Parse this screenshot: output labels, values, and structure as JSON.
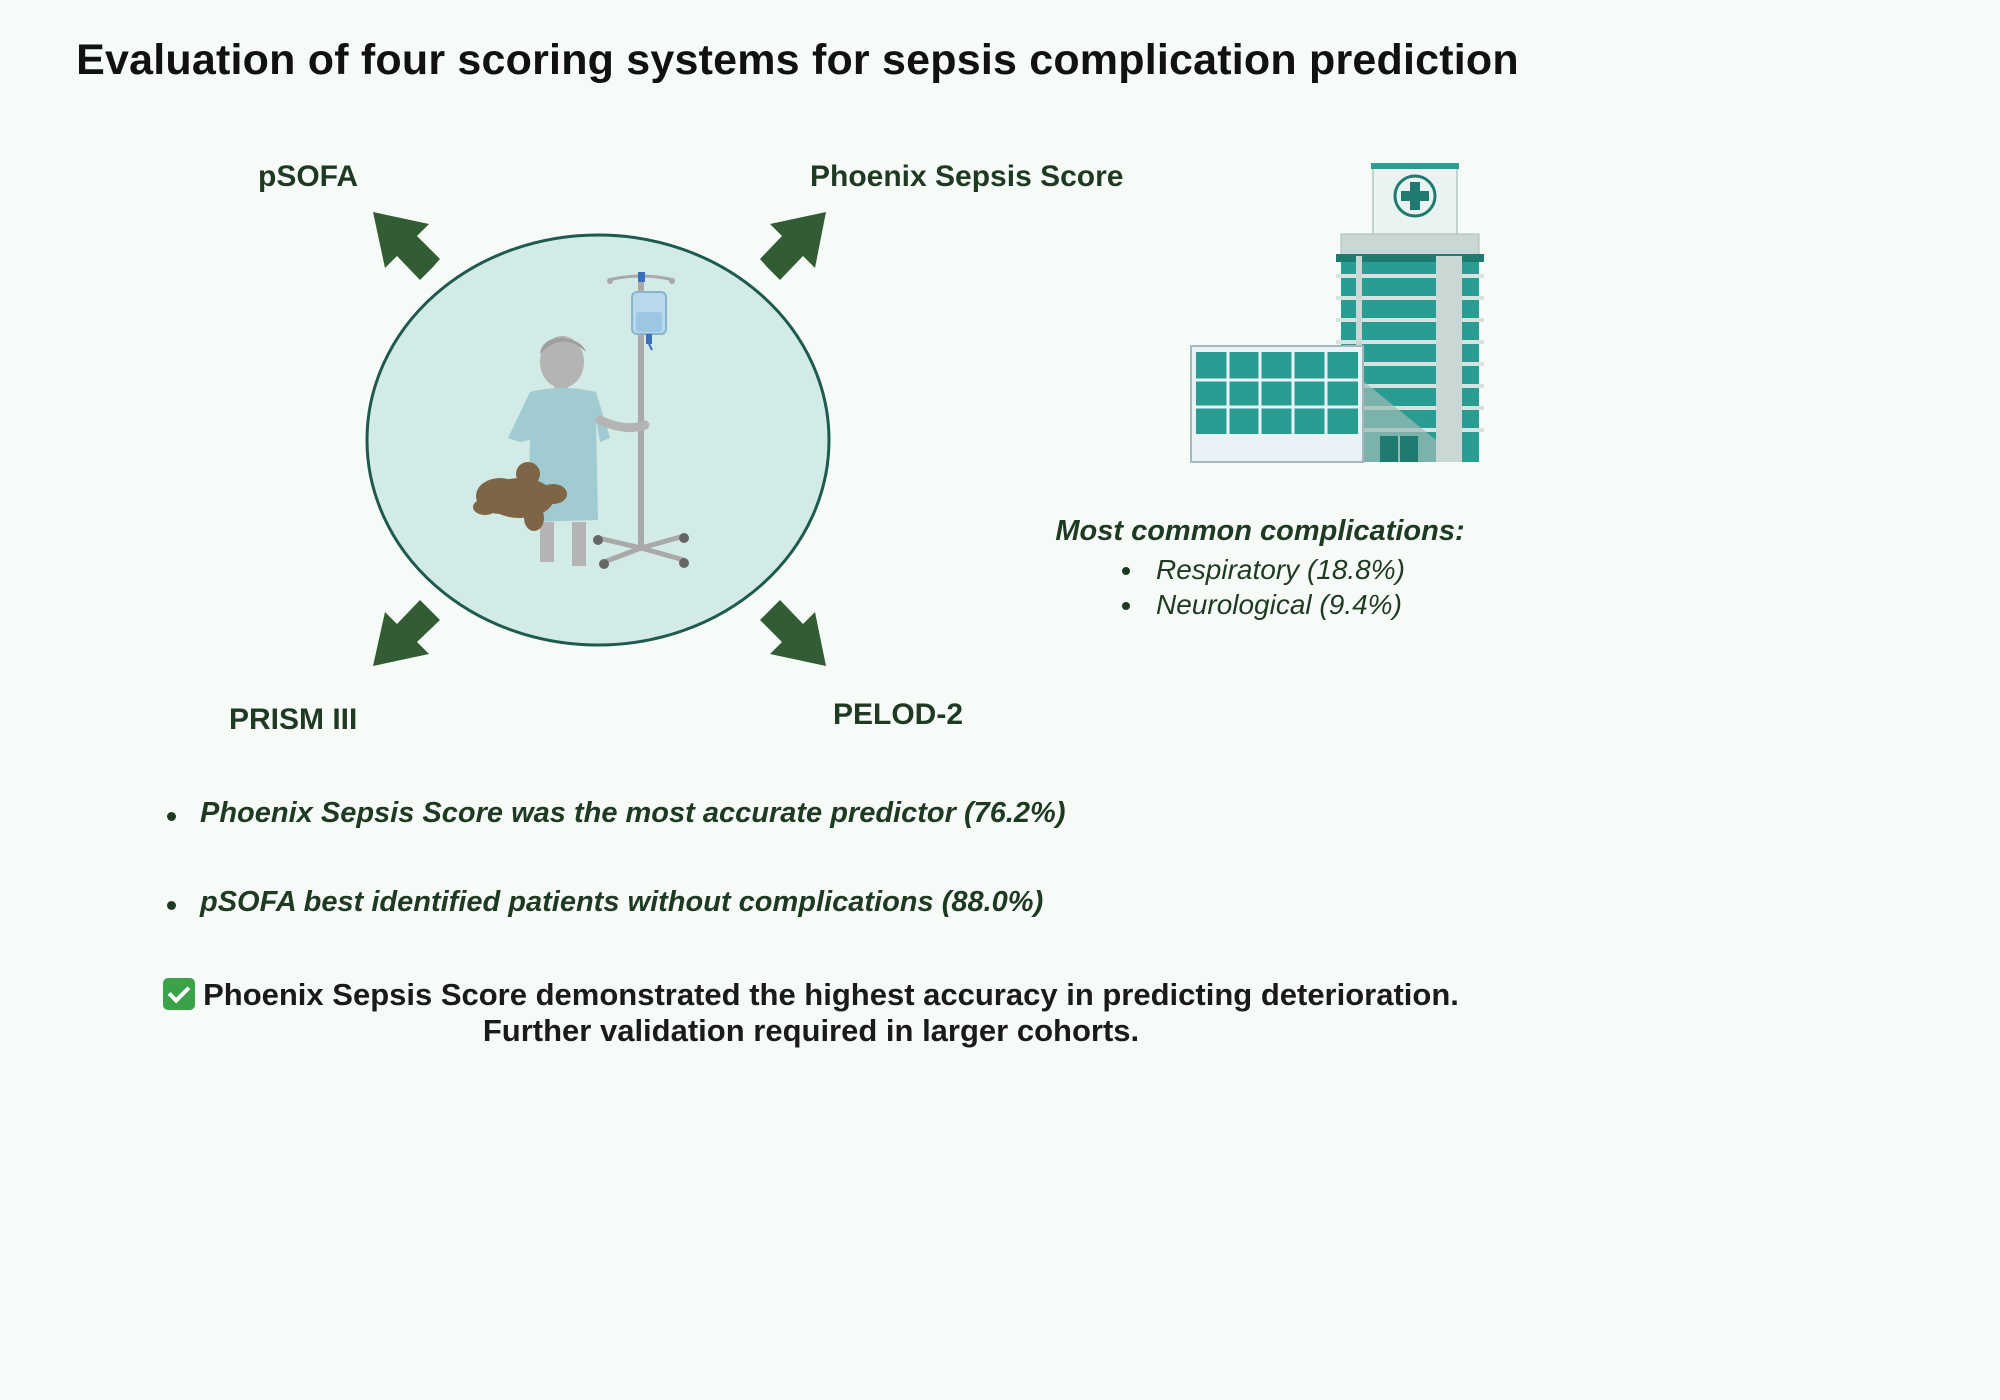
{
  "title": "Evaluation of four scoring systems for sepsis complication prediction",
  "scores": {
    "top_left": "pSOFA",
    "top_right": "Phoenix Sepsis Score",
    "bottom_left": "PRISM III",
    "bottom_right": "PELOD-2"
  },
  "complications": {
    "title": "Most common complications:",
    "items": [
      "Respiratory (18.8%)",
      "Neurological (9.4%)"
    ]
  },
  "findings": [
    "Phoenix Sepsis Score was the most accurate predictor (76.2%)",
    "pSOFA best identified patients without complications (88.0%)"
  ],
  "conclusion": {
    "line1": "Phoenix Sepsis Score demonstrated the highest accuracy in predicting deterioration.",
    "line2": "Further validation required in larger cohorts."
  },
  "colors": {
    "arrow": "#325c33",
    "circle_fill": "#d3ebe7",
    "circle_stroke": "#1e5a4e",
    "hospital_teal": "#2a9d93",
    "text_green": "#1f3a22"
  },
  "icons": [
    "patient-icon",
    "iv-pole-icon",
    "teddy-bear-icon",
    "hospital-icon",
    "check-icon"
  ]
}
